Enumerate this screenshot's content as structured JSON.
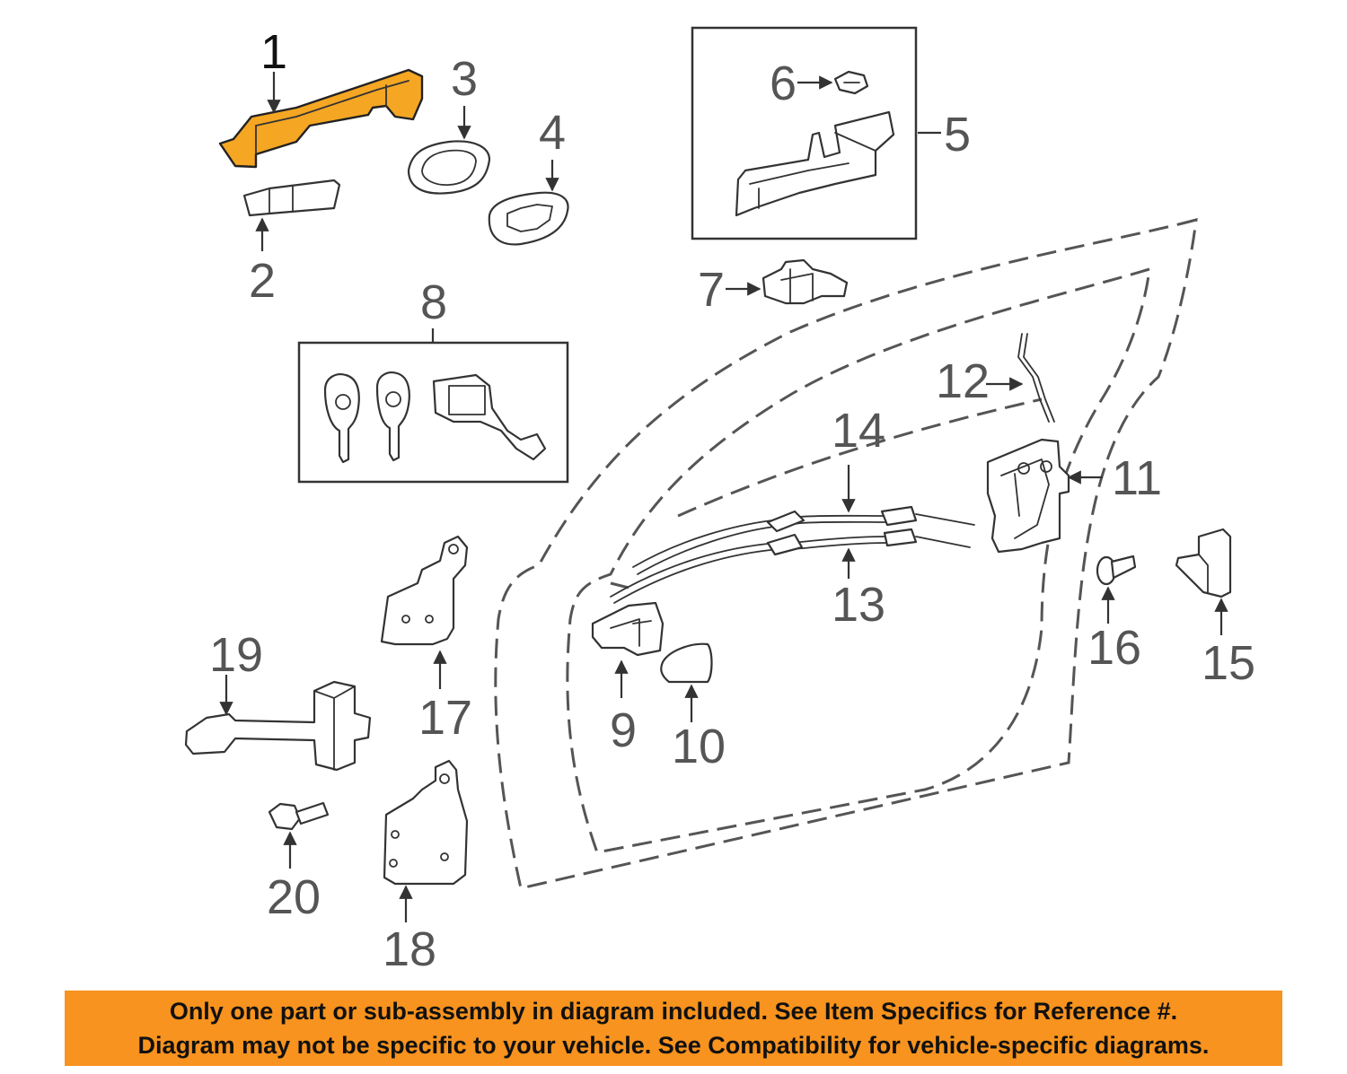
{
  "highlight_color": "#f5a623",
  "banner_color": "#f7931e",
  "callouts": {
    "c1": "1",
    "c2": "2",
    "c3": "3",
    "c4": "4",
    "c5": "5",
    "c6": "6",
    "c7": "7",
    "c8": "8",
    "c9": "9",
    "c10": "10",
    "c11": "11",
    "c12": "12",
    "c13": "13",
    "c14": "14",
    "c15": "15",
    "c16": "16",
    "c17": "17",
    "c18": "18",
    "c19": "19",
    "c20": "20"
  },
  "footer": {
    "line1": "Only one part or sub-assembly in diagram included. See Item Specifics for Reference #.",
    "line2": "Diagram may not be specific to your vehicle. See Compatibility for vehicle-specific diagrams."
  }
}
